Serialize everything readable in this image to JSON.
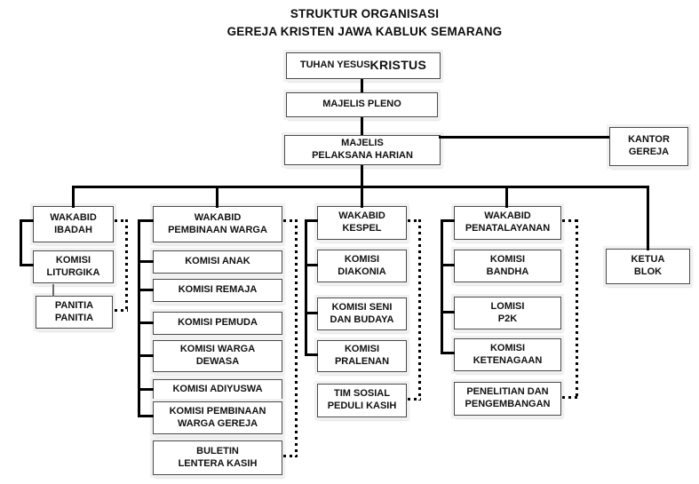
{
  "diagram": {
    "title_line1": "STRUKTUR ORGANISASI",
    "title_line2": "GEREJA KRISTEN JAWA KABLUK SEMARANG"
  },
  "nodes": {
    "tuhan_prefix": "TUHAN YESUS ",
    "tuhan_emphasis": "KRISTUS",
    "majelis_pleno": "MAJELIS PLENO",
    "majelis_pelaksana_harian": "MAJELIS\nPELAKSANA HARIAN",
    "kantor_gereja": "KANTOR\nGEREJA",
    "ketua_blok": "KETUA\nBLOK",
    "col_ibadah": {
      "head": "WAKABID\nIBADAH",
      "komisi_liturgika": "KOMISI\nLITURGIKA",
      "panitia_panitia": "PANITIA\nPANITIA"
    },
    "col_pembinaan_warga": {
      "head": "WAKABID\nPEMBINAAN WARGA",
      "komisi_anak": "KOMISI ANAK",
      "komisi_remaja": "KOMISI REMAJA",
      "komisi_pemuda": "KOMISI PEMUDA",
      "komisi_warga_dewasa": "KOMISI WARGA\nDEWASA",
      "komisi_adiyuswa": "KOMISI ADIYUSWA",
      "komisi_pembinaan_warga_gereja": "KOMISI PEMBINAAN\nWARGA GEREJA",
      "buletin_lentera_kasih": "BULETIN\nLENTERA KASIH"
    },
    "col_kespel": {
      "head": "WAKABID\nKESPEL",
      "komisi_diakonia": "KOMISI\nDIAKONIA",
      "komisi_seni_dan_budaya": "KOMISI SENI\nDAN BUDAYA",
      "komisi_pralenan": "KOMISI\nPRALENAN",
      "tim_sosial_peduli_kasih": "TIM SOSIAL\nPEDULI KASIH"
    },
    "col_penatalayanan": {
      "head": "WAKABID\nPENATALAYANAN",
      "komisi_bandha": "KOMISI\nBANDHA",
      "lomisi_p2k": "LOMISI\nP2K",
      "komisi_ketenagaan": "KOMISI\nKETENAGAAN",
      "penelitian_dan_pengembangan": "PENELITIAN DAN\nPENGEMBANGAN"
    }
  },
  "colors": {
    "line": "#000000",
    "box_border": "#4a4a4a",
    "box_background": "#ffffff",
    "text": "#111111"
  }
}
